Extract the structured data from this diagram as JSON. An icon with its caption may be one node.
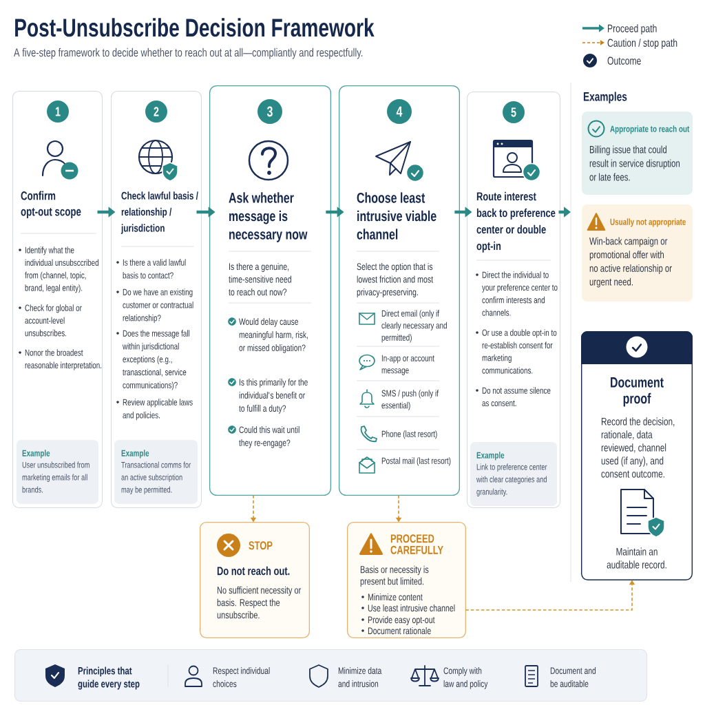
{
  "diagram": {
    "title": "Post-Unsubscribe Decision Framework",
    "nodes": [
      {
        "text": [
          "Confirm opt-out scope",
          "Identify what the individual unsubsccribed from (channel, topic, brand, legal entity).",
          "Check for global or account-level unsubscribes.",
          "Nonor the broadest reasonable interpretation."
        ]
      },
      {
        "text": [
          "1"
        ],
        "in": 0
      },
      {
        "text": [
          "Example",
          "User unsubscribed from marketing emails for all brands."
        ],
        "in": 0
      },
      {
        "text": [
          "Check lawful basis / relationship / jurisdiction",
          "Is there a valid lawful basis to contact?",
          "Do we have an existing customer or contractual relationship?",
          "Does the message fall within jurisdictional exceptions (e.g., tranasctional, service communications)?",
          "Review applicable laws and policies."
        ]
      },
      {
        "text": [
          "2"
        ],
        "in": 3
      },
      {
        "text": [
          "Example",
          "Transactional comms for an active subscription may be permitted."
        ],
        "in": 3
      },
      {
        "text": [
          "Ask whether message is necessary now",
          "Is there a genuine, time-sensitive need to reach out now?",
          "Would delay cause meaningful harm, risk, or missed obligation?",
          "Is this primarily for the individual's benefit or to fulfill a duty?",
          "Could this wait until they re-engage?"
        ]
      },
      {
        "text": [
          "3"
        ],
        "in": 6
      },
      {
        "text": [
          "Choose least intrusive viable channel",
          "Select the option that is lowest friction and most privacy-preserving.",
          "Direct email (only if clearly necessary and permitted)",
          "In-app or account message",
          "SMS / push (only if essential)",
          "Phone (last resort)",
          "Postal mail (last resort)"
        ]
      },
      {
        "text": [
          "4"
        ],
        "in": 8
      },
      {
        "text": [
          "Route interest back to preference center or double opt-in",
          "Direct the individual to your preference center to confirm interests and channels.",
          "Or use a double opt-in to re-establish consent for marketing communications.",
          "Do not assume silence as consent."
        ]
      },
      {
        "text": [
          "5"
        ],
        "in": 10
      },
      {
        "text": [
          "Example",
          "Link to preference center with clear categories and granularity."
        ],
        "in": 10
      },
      {
        "text": [
          "Appropriate to reach out",
          "Billing issue that could result in service disruption or late fees."
        ]
      },
      {
        "text": [
          "Usually not appropriate",
          "Win-back campaign or promotional offer with no active relationship or urgent need."
        ]
      },
      {
        "text": [
          "Document proof",
          "Record the decision, rationale, data reviewed, channel used (if any), and consent outcome.",
          "Maintain an auditable record."
        ]
      },
      {
        "text": [
          "STOP",
          "Do not reach out.",
          "No sufficient necessity or basis. Respect the unsubscribe."
        ]
      },
      {
        "text": [
          "PROCEED CAREFULLY",
          "Basis or necessity is present but limited.",
          "Minimize content",
          "Use least intrusive channel",
          "Provide easy opt-out",
          "Document rationale"
        ]
      },
      {
        "text": [
          "Principles that guide every step",
          "Respect individual choices",
          "Minimize data and intrusion",
          "Comply with law and policy",
          "Document and be auditable"
        ]
      }
    ],
    "edges": [
      {
        "from": 0,
        "to": 3,
        "arrow": "to"
      },
      {
        "from": 3,
        "to": 6,
        "arrow": "to"
      },
      {
        "from": 6,
        "to": 8,
        "arrow": "to"
      },
      {
        "from": 8,
        "to": 10,
        "arrow": "to"
      },
      {
        "from": 10,
        "to": null,
        "arrow": "to"
      },
      {
        "from": 6,
        "to": 16,
        "arrow": "to",
        "style": "dashed",
        "color": "#d4922a"
      },
      {
        "from": 8,
        "to": 17,
        "arrow": "to",
        "style": "dashed",
        "color": "#d4922a"
      },
      {
        "from": 17,
        "to": 15,
        "arrow": "to",
        "style": "dashed",
        "color": "#d4922a"
      }
    ],
    "labels": [
      "A five-step framework to decide whether to reach out at all—compliantly and respectfully.",
      "Examples"
    ],
    "legend": [
      {
        "text": "Proceed path"
      },
      {
        "text": "Caution / stop path"
      },
      {
        "text": "Outcome"
      }
    ]
  }
}
